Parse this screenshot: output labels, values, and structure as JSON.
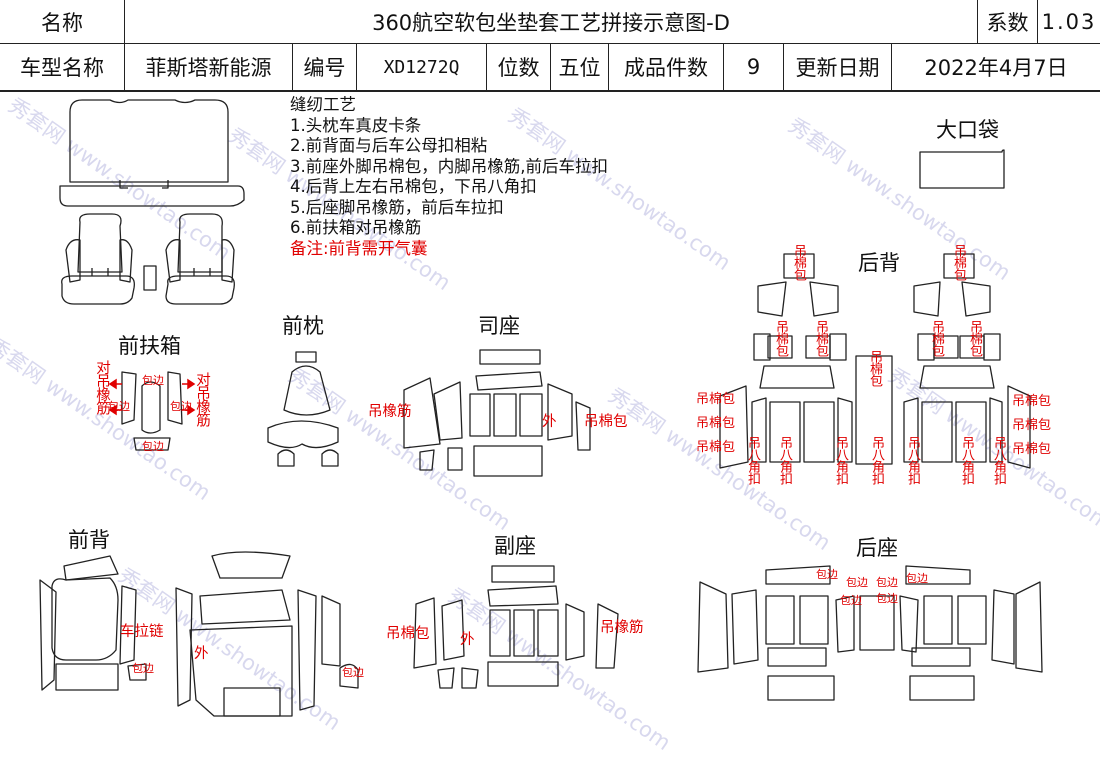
{
  "header": {
    "name_label": "名称",
    "title": "360航空软包坐垫套工艺拼接示意图-D",
    "coef_label": "系数",
    "coef_value": "1.03",
    "model_label": "车型名称",
    "model_value": "菲斯塔新能源",
    "code_label": "编号",
    "code_value": "XD1272Q",
    "seat_label": "位数",
    "seat_value": "五位",
    "pieces_label": "成品件数",
    "pieces_value": "9",
    "date_label": "更新日期",
    "date_value": "2022年4月7日"
  },
  "notes": {
    "title": "缝纫工艺",
    "items": [
      "1.头枕车真皮卡条",
      "2.前背面与后车公母扣相粘",
      "3.前座外脚吊棉包，内脚吊橡筋,前后车拉扣",
      "4.后背上左右吊棉包，下吊八角扣",
      "5.后座脚吊橡筋，前后车拉扣",
      "6.前扶箱对吊橡筋"
    ],
    "remark": "备注:前背需开气囊"
  },
  "sections": {
    "big_bag": "大口袋",
    "front_armrest": "前扶箱",
    "front_headrest": "前枕",
    "driver_seat": "司座",
    "rear_back": "后背",
    "front_back": "前背",
    "passenger_seat": "副座",
    "rear_seat": "后座"
  },
  "labels": {
    "dui_diao_xiang_jin": "对吊橡筋",
    "bao_bian": "包边",
    "diao_xiang_jin": "吊橡筋",
    "wai": "外",
    "diao_mian_bao": "吊棉包",
    "diao_ba_jiao_kou": "吊八角扣",
    "che_la_lian": "车拉链"
  },
  "watermark": "秀套网 www.showtao.com",
  "colors": {
    "line": "#222222",
    "annotation": "#e00000",
    "watermark": "#d8d8ee"
  }
}
